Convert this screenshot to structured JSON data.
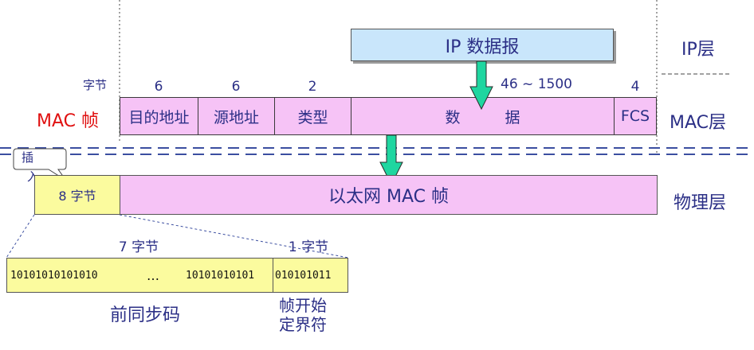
{
  "ip_datagram": "IP 数据报",
  "layers": {
    "ip": "IP层",
    "mac": "MAC层",
    "physical": "物理层"
  },
  "mac_frame_label": "MAC 帧",
  "unit_label": "字节",
  "field_sizes": {
    "dest": "6",
    "src": "6",
    "type": "2",
    "data": "46 ~ 1500",
    "fcs": "4"
  },
  "fields": {
    "dest": "目的地址",
    "src": "源地址",
    "type": "类型",
    "data_1": "数",
    "data_2": "据",
    "fcs": "FCS"
  },
  "insert_callout": {
    "line1": "插",
    "line2": "入"
  },
  "preamble_total": "8 字节",
  "ethernet_mac_frame": "以太网 MAC 帧",
  "preamble_bytes": "7 字节",
  "sfd_bytes": "1 字节",
  "preamble_bits_left": "10101010101010",
  "ellipsis": "…",
  "preamble_bits_right": "10101010101",
  "sfd_bits": "010101011",
  "preamble_name": "前同步码",
  "sfd_name_1": "帧开始",
  "sfd_name_2": "定界符",
  "colors": {
    "ip_box": "#c9e6fb",
    "mac_field": "#f6c3f6",
    "preamble": "#fbfb9e",
    "arrow": "#1fd6a0",
    "label_red": "#e01010",
    "text": "#2b2f86"
  }
}
